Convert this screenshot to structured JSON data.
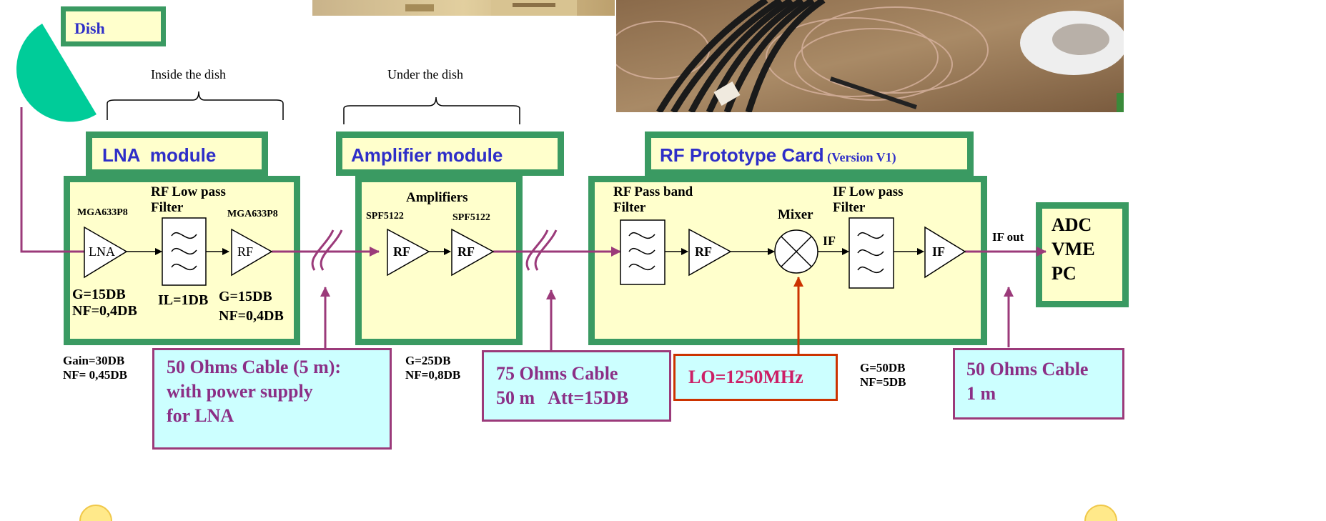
{
  "dish": {
    "label": "Dish"
  },
  "annotations": {
    "inside_dish": "Inside the dish",
    "under_dish": "Under the dish"
  },
  "lna_module": {
    "title": "LNA  module",
    "chip1": "MGA633P8",
    "chip2": "MGA633P8",
    "filter_title_line1": "RF Low pass",
    "filter_title_line2": "Filter",
    "amp1_label": "LNA",
    "amp2_label": "RF",
    "g1": "G=15DB",
    "nf1": "NF=0,4DB",
    "il": "IL=1DB",
    "g2": "G=15DB",
    "nf2": "NF=0,4DB",
    "total_gain": "Gain=30DB",
    "total_nf": "NF= 0,45DB"
  },
  "amplifier_module": {
    "title": "Amplifier module",
    "heading": "Amplifiers",
    "chip1": "SPF5122",
    "chip2": "SPF5122",
    "amp1_label": "RF",
    "amp2_label": "RF",
    "gain": "G=25DB",
    "nf": "NF=0,8DB"
  },
  "rf_card": {
    "title": "RF Prototype Card",
    "version": "(Version V1)",
    "bandpass_line1": "RF Pass band",
    "bandpass_line2": "Filter",
    "rf_amp_label": "RF",
    "mixer_label": "Mixer",
    "if_label": "IF",
    "if_filter_line1": "IF Low pass",
    "if_filter_line2": "Filter",
    "if_amp_label": "IF",
    "gain": "G=50DB",
    "nf": "NF=5DB",
    "if_out": "IF out",
    "lo": "LO=1250MHz"
  },
  "adc": {
    "line1": "ADC",
    "line2": "VME",
    "line3": "PC"
  },
  "cables": {
    "c1_line1": "50 Ohms Cable (5 m):",
    "c1_line2": "with power supply",
    "c1_line3": "for LNA",
    "c2_line1": "75 Ohms Cable",
    "c2_line2": "50 m   Att=15DB",
    "c3_line1": "50 Ohms Cable",
    "c3_line2": "1 m"
  },
  "colors": {
    "module_border": "#3a9a62",
    "module_fill": "#ffffcc",
    "title_blue": "#2e2ec8",
    "signal_line": "#9b3a7a",
    "cable_fill": "#ccffff",
    "cable_text": "#8b2f86",
    "lo_border": "#cc3300",
    "dish_fill": "#00cc99"
  }
}
